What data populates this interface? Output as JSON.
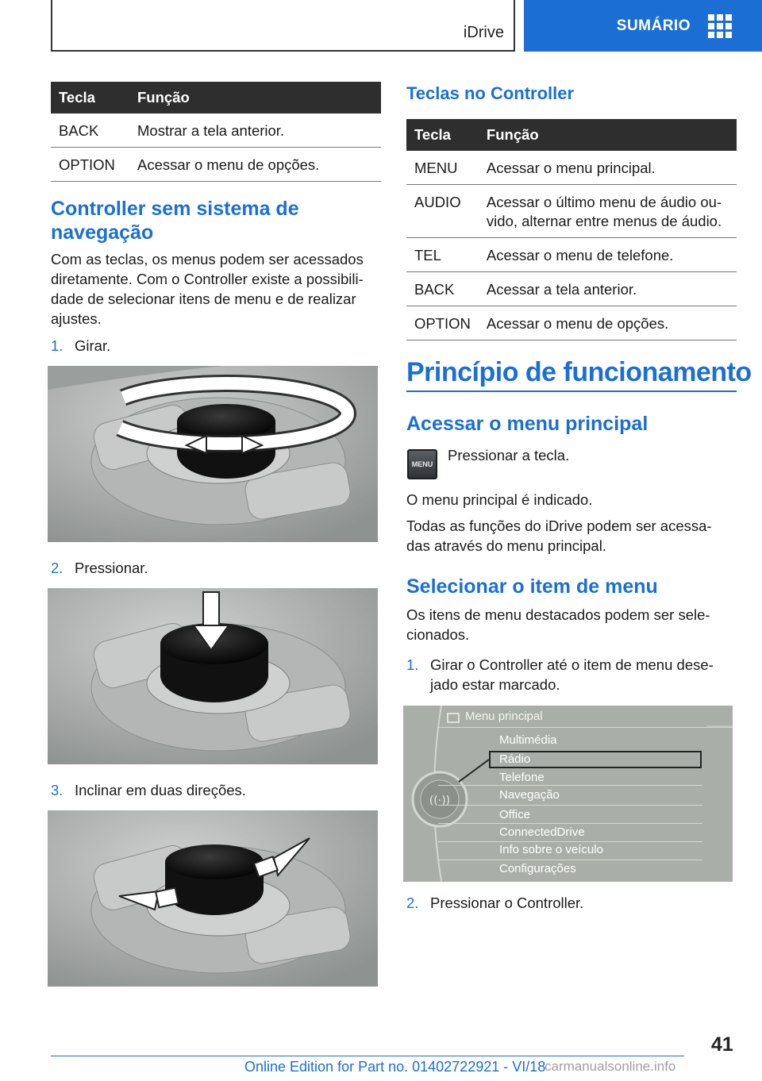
{
  "header": {
    "section": "iDrive",
    "summary": "SUMÁRIO"
  },
  "table1": {
    "headers": [
      "Tecla",
      "Função"
    ],
    "rows": [
      {
        "key": "BACK",
        "value": "Mostrar a tela anterior."
      },
      {
        "key": "OPTION",
        "value": "Acessar o menu de opções."
      }
    ]
  },
  "controller": {
    "title": "Controller sem sistema de navegação",
    "intro": "Com as teclas, os menus podem ser acessados diretamente. Com o Controller existe a possibili-dade de selecionar itens de menu e de realizar ajustes.",
    "steps": [
      {
        "num": "1.",
        "text": "Girar."
      },
      {
        "num": "2.",
        "text": "Pressionar."
      },
      {
        "num": "3.",
        "text": "Inclinar em duas direções."
      }
    ]
  },
  "teclas": {
    "title": "Teclas no Controller",
    "headers": [
      "Tecla",
      "Função"
    ],
    "rows": [
      {
        "key": "MENU",
        "value": "Acessar o menu principal."
      },
      {
        "key": "AUDIO",
        "value": "Acessar o último menu de áudio ou-vido, alternar entre menus de áudio."
      },
      {
        "key": "TEL",
        "value": "Acessar o menu de telefone."
      },
      {
        "key": "BACK",
        "value": "Acessar a tela anterior."
      },
      {
        "key": "OPTION",
        "value": "Acessar o menu de opções."
      }
    ]
  },
  "principio": {
    "title": "Princípio de funcionamento"
  },
  "acessar": {
    "title": "Acessar o menu principal",
    "button_label": "MENU",
    "press_text": "Pressionar a tecla.",
    "p1": "O menu principal é indicado.",
    "p2": "Todas as funções do iDrive podem ser acessa-das através do menu principal."
  },
  "selecionar": {
    "title": "Selecionar o item de menu",
    "intro": "Os itens de menu destacados podem ser sele-cionados.",
    "steps": [
      {
        "num": "1.",
        "text": "Girar o Controller até o item de menu dese-jado estar marcado."
      },
      {
        "num": "2.",
        "text": "Pressionar o Controller."
      }
    ]
  },
  "menu_screen": {
    "title": "Menu principal",
    "items": [
      "Multimédia",
      "Rádio",
      "Telefone",
      "Navegação",
      "Office",
      "ConnectedDrive",
      "Info sobre o veículo",
      "Configurações"
    ],
    "selected_index": 1
  },
  "footer": {
    "page": "41",
    "edition": "Online Edition for Part no. 01402722921 - VI/18",
    "watermark": "carmanualsonline.info"
  },
  "colors": {
    "accent": "#1b6fd4",
    "table_header": "#2e2e2e"
  }
}
